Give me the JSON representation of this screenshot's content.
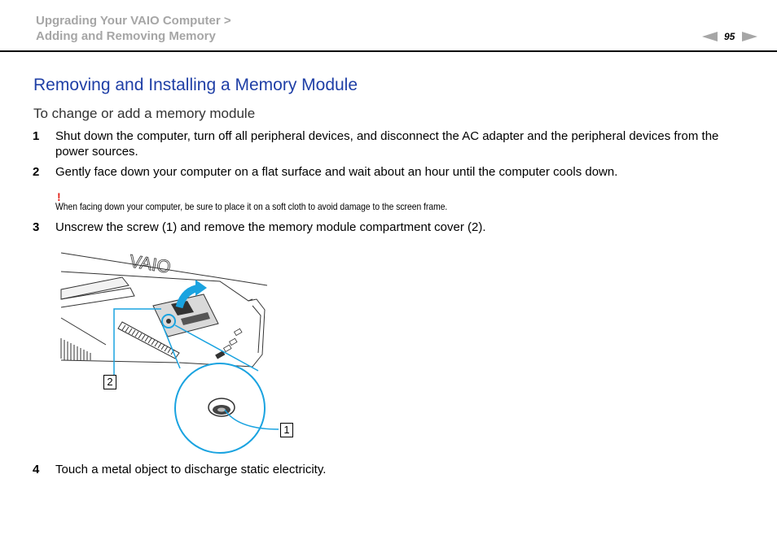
{
  "header": {
    "breadcrumb_line1": "Upgrading Your VAIO Computer >",
    "breadcrumb_line2": "Adding and Removing Memory",
    "page_number": "95",
    "prev_icon": "triangle-left-icon",
    "next_icon": "triangle-right-icon",
    "accent_gray": "#a6a6a6"
  },
  "section": {
    "title": "Removing and Installing a Memory Module",
    "subtitle": "To change or add a memory module",
    "title_color": "#1f3fa6"
  },
  "steps": [
    {
      "num": "1",
      "text": "Shut down the computer, turn off all peripheral devices, and disconnect the AC adapter and the peripheral devices from the power sources."
    },
    {
      "num": "2",
      "text": "Gently face down your computer on a flat surface and wait about an hour until the computer cools down."
    },
    {
      "num": "3",
      "text": "Unscrew the screw (1) and remove the memory module compartment cover (2)."
    },
    {
      "num": "4",
      "text": "Touch a metal object to discharge static electricity."
    }
  ],
  "note": {
    "mark": "!",
    "text": "When facing down your computer, be sure to place it on a soft cloth to avoid damage to the screen frame."
  },
  "figure": {
    "callout_1": "1",
    "callout_2": "2",
    "callout_color": "#1aa3e0"
  }
}
